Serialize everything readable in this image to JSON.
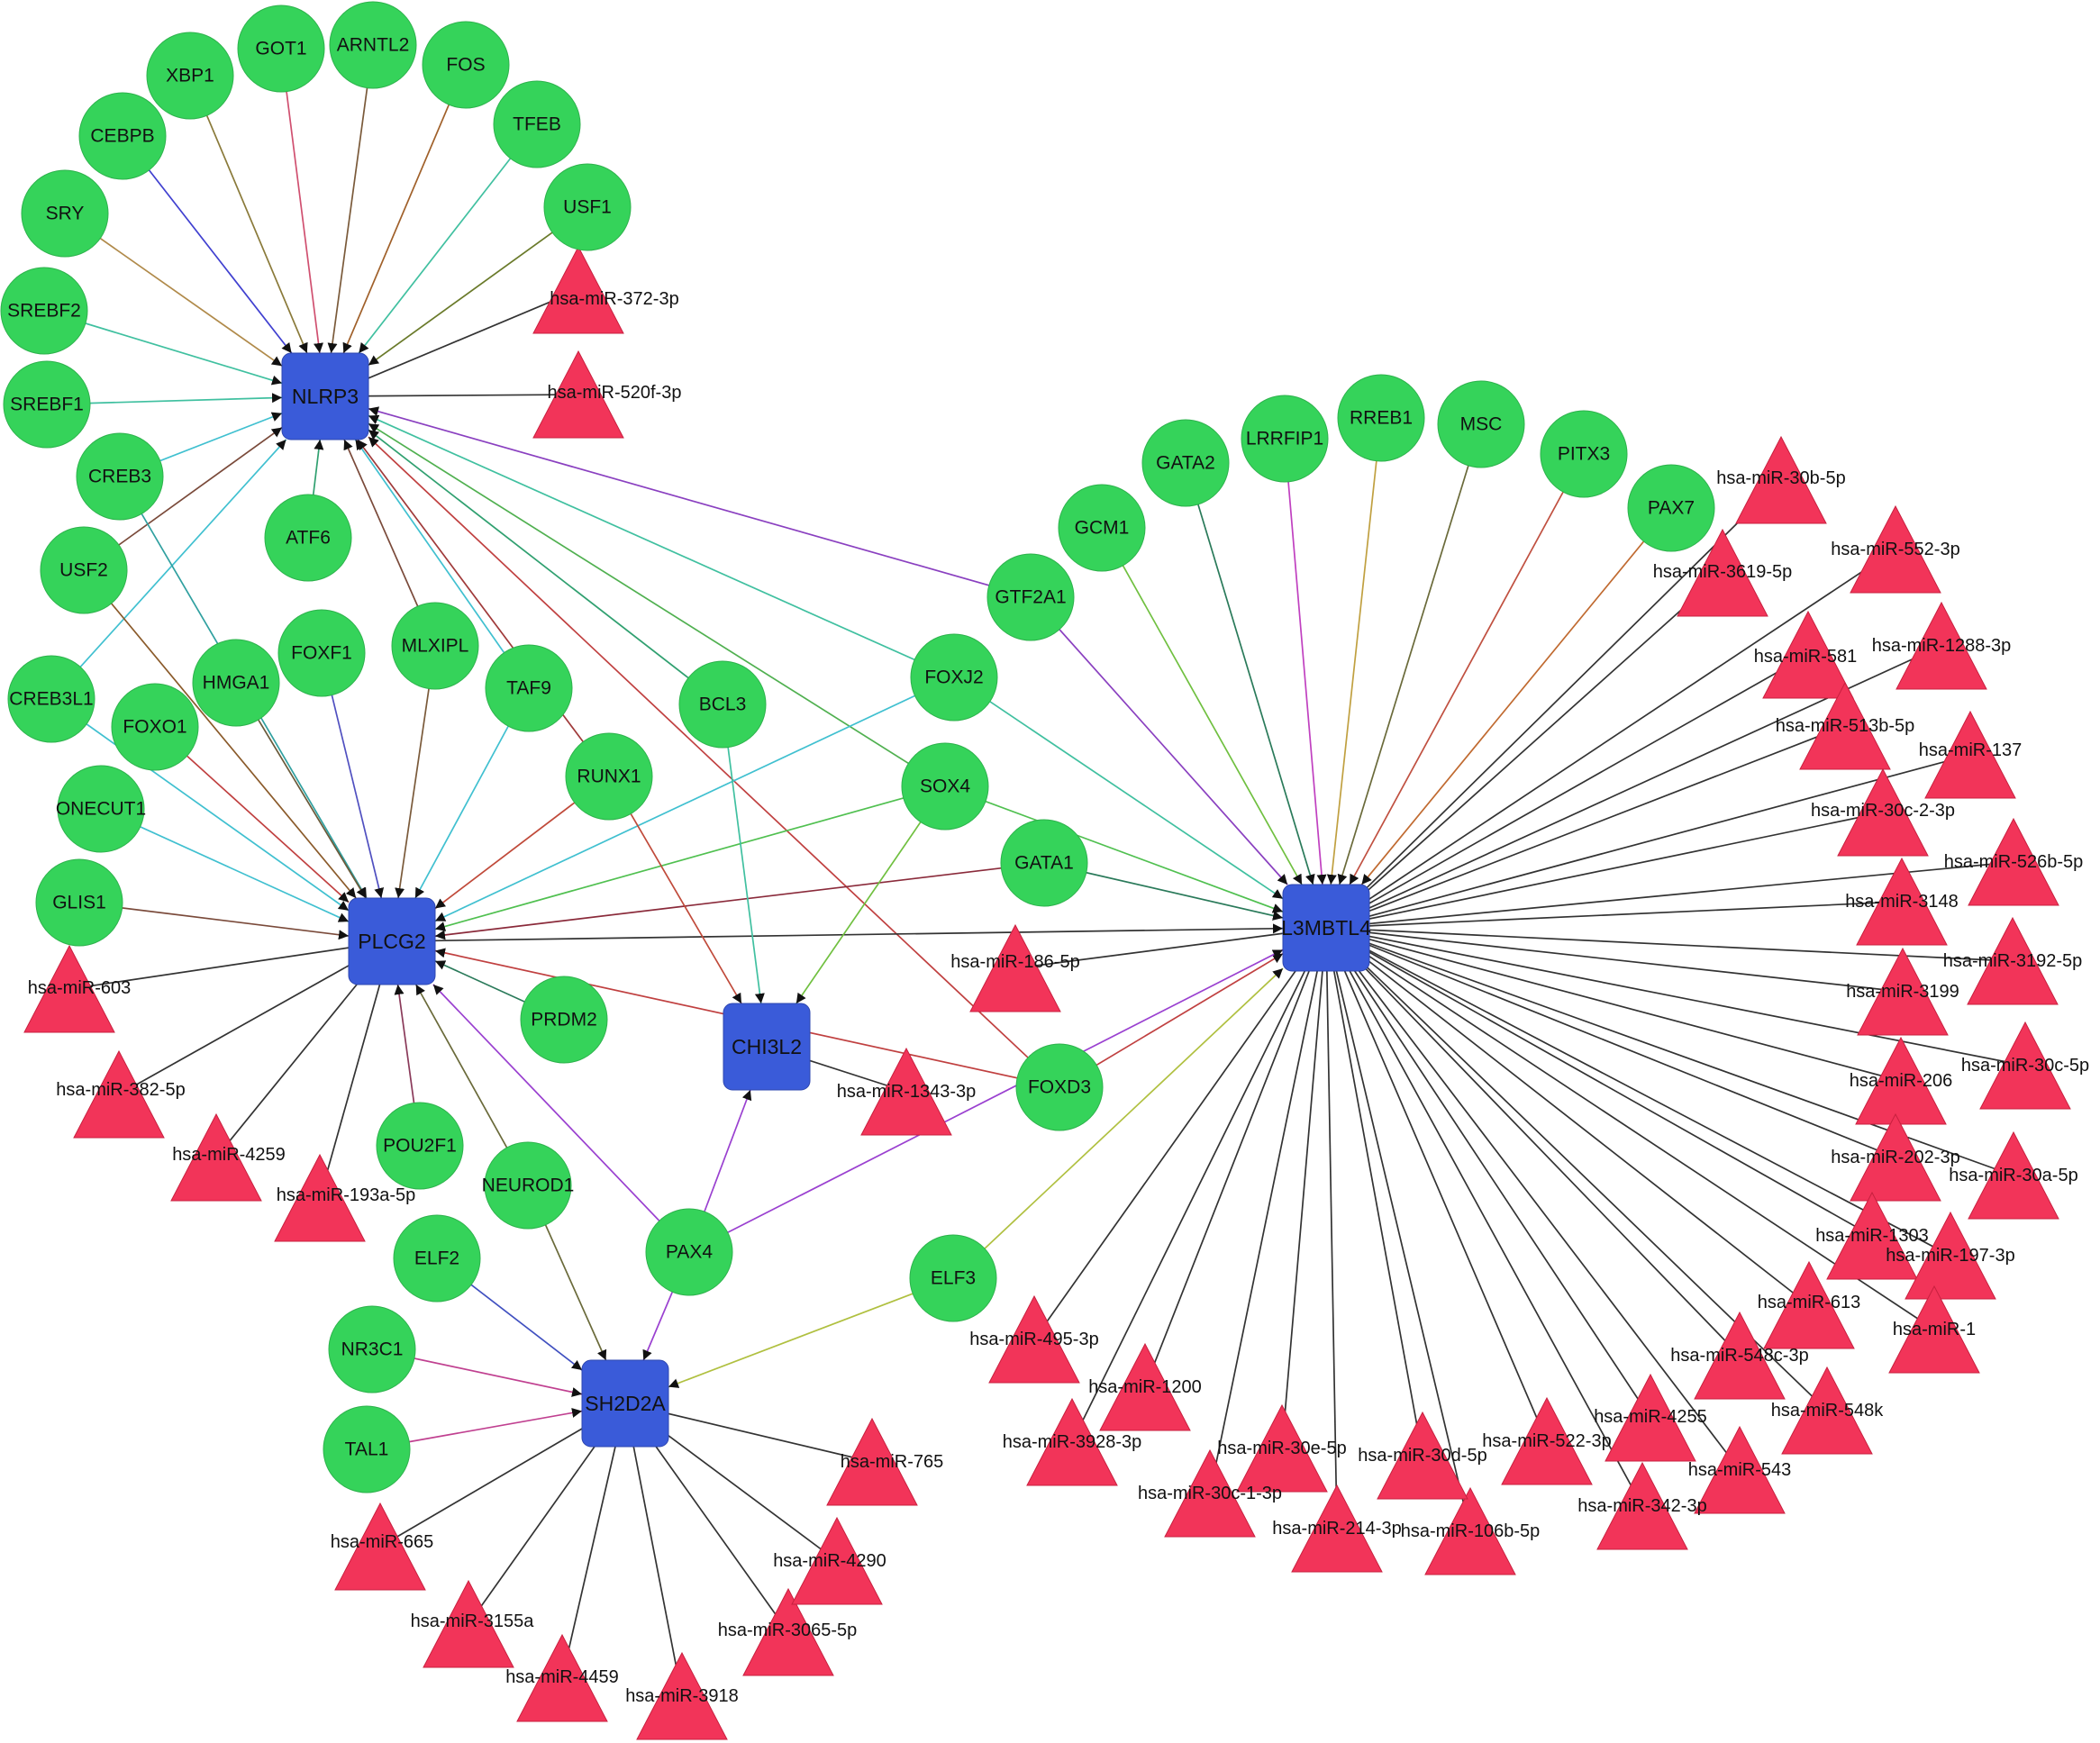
{
  "colors": {
    "tf_fill": "#35d35a",
    "hub_fill": "#3a5bd9",
    "mirna_fill": "#f23459",
    "arrow": "#111111",
    "background": "#ffffff"
  },
  "legend_shapes": {
    "tf": "green-circle",
    "hub": "blue-rounded-square",
    "mirna": "red-triangle"
  },
  "hubs": [
    {
      "id": "NLRP3",
      "label": "NLRP3"
    },
    {
      "id": "PLCG2",
      "label": "PLCG2"
    },
    {
      "id": "CHI3L2",
      "label": "CHI3L2"
    },
    {
      "id": "SH2D2A",
      "label": "SH2D2A"
    },
    {
      "id": "L3MBTL4",
      "label": "L3MBTL4"
    }
  ],
  "tfs": [
    {
      "id": "XBP1",
      "label": "XBP1"
    },
    {
      "id": "GOT1",
      "label": "GOT1"
    },
    {
      "id": "ARNTL2",
      "label": "ARNTL2"
    },
    {
      "id": "FOS",
      "label": "FOS"
    },
    {
      "id": "CEBPB",
      "label": "CEBPB"
    },
    {
      "id": "TFEB",
      "label": "TFEB"
    },
    {
      "id": "SRY",
      "label": "SRY"
    },
    {
      "id": "USF1",
      "label": "USF1"
    },
    {
      "id": "SREBF2",
      "label": "SREBF2"
    },
    {
      "id": "SREBF1",
      "label": "SREBF1"
    },
    {
      "id": "CREB3",
      "label": "CREB3"
    },
    {
      "id": "ATF6",
      "label": "ATF6"
    },
    {
      "id": "USF2",
      "label": "USF2"
    },
    {
      "id": "CREB3L1",
      "label": "CREB3L1"
    },
    {
      "id": "HMGA1",
      "label": "HMGA1"
    },
    {
      "id": "FOXF1",
      "label": "FOXF1"
    },
    {
      "id": "MLXIPL",
      "label": "MLXIPL"
    },
    {
      "id": "TAF9",
      "label": "TAF9"
    },
    {
      "id": "FOXO1",
      "label": "FOXO1"
    },
    {
      "id": "BCL3",
      "label": "BCL3"
    },
    {
      "id": "FOXJ2",
      "label": "FOXJ2"
    },
    {
      "id": "ONECUT1",
      "label": "ONECUT1"
    },
    {
      "id": "RUNX1",
      "label": "RUNX1"
    },
    {
      "id": "SOX4",
      "label": "SOX4"
    },
    {
      "id": "GLIS1",
      "label": "GLIS1"
    },
    {
      "id": "GATA1",
      "label": "GATA1"
    },
    {
      "id": "PRDM2",
      "label": "PRDM2"
    },
    {
      "id": "FOXD3",
      "label": "FOXD3"
    },
    {
      "id": "POU2F1",
      "label": "POU2F1"
    },
    {
      "id": "NEUROD1",
      "label": "NEUROD1"
    },
    {
      "id": "ELF2",
      "label": "ELF2"
    },
    {
      "id": "PAX4",
      "label": "PAX4"
    },
    {
      "id": "ELF3",
      "label": "ELF3"
    },
    {
      "id": "NR3C1",
      "label": "NR3C1"
    },
    {
      "id": "TAL1",
      "label": "TAL1"
    },
    {
      "id": "GTF2A1",
      "label": "GTF2A1"
    },
    {
      "id": "GCM1",
      "label": "GCM1"
    },
    {
      "id": "GATA2",
      "label": "GATA2"
    },
    {
      "id": "LRRFIP1",
      "label": "LRRFIP1"
    },
    {
      "id": "RREB1",
      "label": "RREB1"
    },
    {
      "id": "MSC",
      "label": "MSC"
    },
    {
      "id": "PITX3",
      "label": "PITX3"
    },
    {
      "id": "PAX7",
      "label": "PAX7"
    }
  ],
  "mirnas": [
    {
      "id": "m372",
      "label": "hsa-miR-372-3p"
    },
    {
      "id": "m520f",
      "label": "hsa-miR-520f-3p"
    },
    {
      "id": "m603",
      "label": "hsa-miR-603"
    },
    {
      "id": "m382",
      "label": "hsa-miR-382-5p"
    },
    {
      "id": "m4259",
      "label": "hsa-miR-4259"
    },
    {
      "id": "m193a",
      "label": "hsa-miR-193a-5p"
    },
    {
      "id": "m186",
      "label": "hsa-miR-186-5p"
    },
    {
      "id": "m1343",
      "label": "hsa-miR-1343-3p"
    },
    {
      "id": "m665",
      "label": "hsa-miR-665"
    },
    {
      "id": "m3155a",
      "label": "hsa-miR-3155a"
    },
    {
      "id": "m4459",
      "label": "hsa-miR-4459"
    },
    {
      "id": "m3918",
      "label": "hsa-miR-3918"
    },
    {
      "id": "m3065",
      "label": "hsa-miR-3065-5p"
    },
    {
      "id": "m4290",
      "label": "hsa-miR-4290"
    },
    {
      "id": "m765",
      "label": "hsa-miR-765"
    },
    {
      "id": "m30b",
      "label": "hsa-miR-30b-5p"
    },
    {
      "id": "m3619",
      "label": "hsa-miR-3619-5p"
    },
    {
      "id": "m552",
      "label": "hsa-miR-552-3p"
    },
    {
      "id": "m581",
      "label": "hsa-miR-581"
    },
    {
      "id": "m1288",
      "label": "hsa-miR-1288-3p"
    },
    {
      "id": "m513b",
      "label": "hsa-miR-513b-5p"
    },
    {
      "id": "m137",
      "label": "hsa-miR-137"
    },
    {
      "id": "m30c2",
      "label": "hsa-miR-30c-2-3p"
    },
    {
      "id": "m526b",
      "label": "hsa-miR-526b-5p"
    },
    {
      "id": "m3148",
      "label": "hsa-miR-3148"
    },
    {
      "id": "m3192",
      "label": "hsa-miR-3192-5p"
    },
    {
      "id": "m3199",
      "label": "hsa-miR-3199"
    },
    {
      "id": "m206",
      "label": "hsa-miR-206"
    },
    {
      "id": "m30c5p",
      "label": "hsa-miR-30c-5p"
    },
    {
      "id": "m202",
      "label": "hsa-miR-202-3p"
    },
    {
      "id": "m30a",
      "label": "hsa-miR-30a-5p"
    },
    {
      "id": "m1303",
      "label": "hsa-miR-1303"
    },
    {
      "id": "m197",
      "label": "hsa-miR-197-3p"
    },
    {
      "id": "m613",
      "label": "hsa-miR-613"
    },
    {
      "id": "m1",
      "label": "hsa-miR-1"
    },
    {
      "id": "m548c",
      "label": "hsa-miR-548c-3p"
    },
    {
      "id": "m548k",
      "label": "hsa-miR-548k"
    },
    {
      "id": "m4255",
      "label": "hsa-miR-4255"
    },
    {
      "id": "m543",
      "label": "hsa-miR-543"
    },
    {
      "id": "m342",
      "label": "hsa-miR-342-3p"
    },
    {
      "id": "m522",
      "label": "hsa-miR-522-3p"
    },
    {
      "id": "m106b",
      "label": "hsa-miR-106b-5p"
    },
    {
      "id": "m30d",
      "label": "hsa-miR-30d-5p"
    },
    {
      "id": "m214",
      "label": "hsa-miR-214-3p"
    },
    {
      "id": "m30e",
      "label": "hsa-miR-30e-5p"
    },
    {
      "id": "m30c1",
      "label": "hsa-miR-30c-1-3p"
    },
    {
      "id": "m1200",
      "label": "hsa-miR-1200"
    },
    {
      "id": "m3928",
      "label": "hsa-miR-3928-3p"
    },
    {
      "id": "m495",
      "label": "hsa-miR-495-3p"
    }
  ],
  "edges": [
    {
      "from": "NLRP3",
      "to": "m372",
      "color": "#333333",
      "arrow": false
    },
    {
      "from": "NLRP3",
      "to": "m520f",
      "color": "#333333",
      "arrow": false
    },
    {
      "from": "XBP1",
      "to": "NLRP3",
      "color": "#8a7a3a",
      "arrow": true
    },
    {
      "from": "GOT1",
      "to": "NLRP3",
      "color": "#d05070",
      "arrow": true
    },
    {
      "from": "ARNTL2",
      "to": "NLRP3",
      "color": "#7a5a3a",
      "arrow": true
    },
    {
      "from": "FOS",
      "to": "NLRP3",
      "color": "#a0602a",
      "arrow": true
    },
    {
      "from": "CEBPB",
      "to": "NLRP3",
      "color": "#4040d0",
      "arrow": true
    },
    {
      "from": "TFEB",
      "to": "NLRP3",
      "color": "#40c0a0",
      "arrow": true
    },
    {
      "from": "SRY",
      "to": "NLRP3",
      "color": "#b08a4a",
      "arrow": true
    },
    {
      "from": "USF1",
      "to": "NLRP3",
      "color": "#6a7a2a",
      "arrow": true
    },
    {
      "from": "SREBF2",
      "to": "NLRP3",
      "color": "#40c0a0",
      "arrow": true
    },
    {
      "from": "SREBF1",
      "to": "NLRP3",
      "color": "#40c0a0",
      "arrow": true
    },
    {
      "from": "CREB3",
      "to": "NLRP3",
      "color": "#40c0d0",
      "arrow": true
    },
    {
      "from": "ATF6",
      "to": "NLRP3",
      "color": "#30a070",
      "arrow": true
    },
    {
      "from": "USF2",
      "to": "NLRP3",
      "color": "#7a4a3a",
      "arrow": true
    },
    {
      "from": "CREB3L1",
      "to": "NLRP3",
      "color": "#40c0d0",
      "arrow": true
    },
    {
      "from": "MLXIPL",
      "to": "NLRP3",
      "color": "#7a4a3a",
      "arrow": true
    },
    {
      "from": "TAF9",
      "to": "NLRP3",
      "color": "#40c0d0",
      "arrow": true
    },
    {
      "from": "RUNX1",
      "to": "NLRP3",
      "color": "#a03a3a",
      "arrow": true
    },
    {
      "from": "BCL3",
      "to": "NLRP3",
      "color": "#30a070",
      "arrow": true
    },
    {
      "from": "FOXJ2",
      "to": "NLRP3",
      "color": "#40c0a0",
      "arrow": true
    },
    {
      "from": "SOX4",
      "to": "NLRP3",
      "color": "#50b050",
      "arrow": true
    },
    {
      "from": "FOXD3",
      "to": "NLRP3",
      "color": "#c04040",
      "arrow": true
    },
    {
      "from": "GTF2A1",
      "to": "NLRP3",
      "color": "#8a40c0",
      "arrow": true
    },
    {
      "from": "PLCG2",
      "to": "m603",
      "color": "#333333",
      "arrow": false
    },
    {
      "from": "PLCG2",
      "to": "m382",
      "color": "#333333",
      "arrow": false
    },
    {
      "from": "PLCG2",
      "to": "m4259",
      "color": "#333333",
      "arrow": false
    },
    {
      "from": "PLCG2",
      "to": "m193a",
      "color": "#333333",
      "arrow": false
    },
    {
      "from": "CREB3",
      "to": "PLCG2",
      "color": "#30a0a0",
      "arrow": true
    },
    {
      "from": "USF2",
      "to": "PLCG2",
      "color": "#8a5a2a",
      "arrow": true
    },
    {
      "from": "CREB3L1",
      "to": "PLCG2",
      "color": "#40c0d0",
      "arrow": true
    },
    {
      "from": "HMGA1",
      "to": "PLCG2",
      "color": "#6a5a3a",
      "arrow": true
    },
    {
      "from": "FOXF1",
      "to": "PLCG2",
      "color": "#5050c0",
      "arrow": true
    },
    {
      "from": "MLXIPL",
      "to": "PLCG2",
      "color": "#7a5a3a",
      "arrow": true
    },
    {
      "from": "TAF9",
      "to": "PLCG2",
      "color": "#40c0d0",
      "arrow": true
    },
    {
      "from": "FOXO1",
      "to": "PLCG2",
      "color": "#c04040",
      "arrow": true
    },
    {
      "from": "ONECUT1",
      "to": "PLCG2",
      "color": "#40c0d0",
      "arrow": true
    },
    {
      "from": "RUNX1",
      "to": "PLCG2",
      "color": "#c04a3a",
      "arrow": true
    },
    {
      "from": "GLIS1",
      "to": "PLCG2",
      "color": "#7a4a3a",
      "arrow": true
    },
    {
      "from": "FOXJ2",
      "to": "PLCG2",
      "color": "#40c0d0",
      "arrow": true
    },
    {
      "from": "SOX4",
      "to": "PLCG2",
      "color": "#50c050",
      "arrow": true
    },
    {
      "from": "GATA1",
      "to": "PLCG2",
      "color": "#8a2a3a",
      "arrow": true
    },
    {
      "from": "PRDM2",
      "to": "PLCG2",
      "color": "#2a7a5a",
      "arrow": true
    },
    {
      "from": "FOXD3",
      "to": "PLCG2",
      "color": "#c04040",
      "arrow": true
    },
    {
      "from": "POU2F1",
      "to": "PLCG2",
      "color": "#8a3a5a",
      "arrow": true
    },
    {
      "from": "NEUROD1",
      "to": "PLCG2",
      "color": "#6a6a3a",
      "arrow": true
    },
    {
      "from": "PAX4",
      "to": "PLCG2",
      "color": "#9a40d0",
      "arrow": true
    },
    {
      "from": "PLCG2",
      "to": "L3MBTL4",
      "color": "#333333",
      "arrow": true
    },
    {
      "from": "BCL3",
      "to": "CHI3L2",
      "color": "#40c0a0",
      "arrow": true
    },
    {
      "from": "SOX4",
      "to": "CHI3L2",
      "color": "#70c040",
      "arrow": true
    },
    {
      "from": "RUNX1",
      "to": "CHI3L2",
      "color": "#c04a3a",
      "arrow": true
    },
    {
      "from": "PAX4",
      "to": "CHI3L2",
      "color": "#9a40d0",
      "arrow": true
    },
    {
      "from": "CHI3L2",
      "to": "m1343",
      "color": "#333333",
      "arrow": false
    },
    {
      "from": "NEUROD1",
      "to": "SH2D2A",
      "color": "#6a6a3a",
      "arrow": true
    },
    {
      "from": "ELF2",
      "to": "SH2D2A",
      "color": "#4050c0",
      "arrow": true
    },
    {
      "from": "PAX4",
      "to": "SH2D2A",
      "color": "#9a40d0",
      "arrow": true
    },
    {
      "from": "ELF3",
      "to": "SH2D2A",
      "color": "#b0c040",
      "arrow": true
    },
    {
      "from": "NR3C1",
      "to": "SH2D2A",
      "color": "#c04090",
      "arrow": true
    },
    {
      "from": "TAL1",
      "to": "SH2D2A",
      "color": "#c04090",
      "arrow": true
    },
    {
      "from": "SH2D2A",
      "to": "m665",
      "color": "#333333",
      "arrow": false
    },
    {
      "from": "SH2D2A",
      "to": "m3155a",
      "color": "#333333",
      "arrow": false
    },
    {
      "from": "SH2D2A",
      "to": "m4459",
      "color": "#333333",
      "arrow": false
    },
    {
      "from": "SH2D2A",
      "to": "m3918",
      "color": "#333333",
      "arrow": false
    },
    {
      "from": "SH2D2A",
      "to": "m3065",
      "color": "#333333",
      "arrow": false
    },
    {
      "from": "SH2D2A",
      "to": "m4290",
      "color": "#333333",
      "arrow": false
    },
    {
      "from": "SH2D2A",
      "to": "m765",
      "color": "#333333",
      "arrow": false
    },
    {
      "from": "GTF2A1",
      "to": "L3MBTL4",
      "color": "#8a40c0",
      "arrow": true
    },
    {
      "from": "GCM1",
      "to": "L3MBTL4",
      "color": "#70c040",
      "arrow": true
    },
    {
      "from": "GATA2",
      "to": "L3MBTL4",
      "color": "#2a7a5a",
      "arrow": true
    },
    {
      "from": "LRRFIP1",
      "to": "L3MBTL4",
      "color": "#c040c0",
      "arrow": true
    },
    {
      "from": "RREB1",
      "to": "L3MBTL4",
      "color": "#c0a040",
      "arrow": true
    },
    {
      "from": "MSC",
      "to": "L3MBTL4",
      "color": "#6a6a3a",
      "arrow": true
    },
    {
      "from": "PITX3",
      "to": "L3MBTL4",
      "color": "#c05040",
      "arrow": true
    },
    {
      "from": "PAX7",
      "to": "L3MBTL4",
      "color": "#c06a30",
      "arrow": true
    },
    {
      "from": "FOXJ2",
      "to": "L3MBTL4",
      "color": "#40c0a0",
      "arrow": true
    },
    {
      "from": "SOX4",
      "to": "L3MBTL4",
      "color": "#50c050",
      "arrow": true
    },
    {
      "from": "GATA1",
      "to": "L3MBTL4",
      "color": "#2a7a5a",
      "arrow": true
    },
    {
      "from": "FOXD3",
      "to": "L3MBTL4",
      "color": "#c04040",
      "arrow": true
    },
    {
      "from": "PAX4",
      "to": "L3MBTL4",
      "color": "#9a40d0",
      "arrow": true
    },
    {
      "from": "ELF3",
      "to": "L3MBTL4",
      "color": "#b0c040",
      "arrow": true
    },
    {
      "from": "L3MBTL4",
      "to": "m30b",
      "color": "#333333",
      "arrow": false
    },
    {
      "from": "L3MBTL4",
      "to": "m3619",
      "color": "#333333",
      "arrow": false
    },
    {
      "from": "L3MBTL4",
      "to": "m552",
      "color": "#333333",
      "arrow": false
    },
    {
      "from": "L3MBTL4",
      "to": "m581",
      "color": "#333333",
      "arrow": false
    },
    {
      "from": "L3MBTL4",
      "to": "m1288",
      "color": "#333333",
      "arrow": false
    },
    {
      "from": "L3MBTL4",
      "to": "m513b",
      "color": "#333333",
      "arrow": false
    },
    {
      "from": "L3MBTL4",
      "to": "m137",
      "color": "#333333",
      "arrow": false
    },
    {
      "from": "L3MBTL4",
      "to": "m30c2",
      "color": "#333333",
      "arrow": false
    },
    {
      "from": "L3MBTL4",
      "to": "m526b",
      "color": "#333333",
      "arrow": false
    },
    {
      "from": "L3MBTL4",
      "to": "m3148",
      "color": "#333333",
      "arrow": false
    },
    {
      "from": "L3MBTL4",
      "to": "m3192",
      "color": "#333333",
      "arrow": false
    },
    {
      "from": "L3MBTL4",
      "to": "m3199",
      "color": "#333333",
      "arrow": false
    },
    {
      "from": "L3MBTL4",
      "to": "m206",
      "color": "#333333",
      "arrow": false
    },
    {
      "from": "L3MBTL4",
      "to": "m30c5p",
      "color": "#333333",
      "arrow": false
    },
    {
      "from": "L3MBTL4",
      "to": "m202",
      "color": "#333333",
      "arrow": false
    },
    {
      "from": "L3MBTL4",
      "to": "m30a",
      "color": "#333333",
      "arrow": false
    },
    {
      "from": "L3MBTL4",
      "to": "m1303",
      "color": "#333333",
      "arrow": false
    },
    {
      "from": "L3MBTL4",
      "to": "m197",
      "color": "#333333",
      "arrow": false
    },
    {
      "from": "L3MBTL4",
      "to": "m613",
      "color": "#333333",
      "arrow": false
    },
    {
      "from": "L3MBTL4",
      "to": "m1",
      "color": "#333333",
      "arrow": false
    },
    {
      "from": "L3MBTL4",
      "to": "m548c",
      "color": "#333333",
      "arrow": false
    },
    {
      "from": "L3MBTL4",
      "to": "m548k",
      "color": "#333333",
      "arrow": false
    },
    {
      "from": "L3MBTL4",
      "to": "m4255",
      "color": "#333333",
      "arrow": false
    },
    {
      "from": "L3MBTL4",
      "to": "m543",
      "color": "#333333",
      "arrow": false
    },
    {
      "from": "L3MBTL4",
      "to": "m342",
      "color": "#333333",
      "arrow": false
    },
    {
      "from": "L3MBTL4",
      "to": "m522",
      "color": "#333333",
      "arrow": false
    },
    {
      "from": "L3MBTL4",
      "to": "m106b",
      "color": "#333333",
      "arrow": false
    },
    {
      "from": "L3MBTL4",
      "to": "m30d",
      "color": "#333333",
      "arrow": false
    },
    {
      "from": "L3MBTL4",
      "to": "m214",
      "color": "#333333",
      "arrow": false
    },
    {
      "from": "L3MBTL4",
      "to": "m30e",
      "color": "#333333",
      "arrow": false
    },
    {
      "from": "L3MBTL4",
      "to": "m30c1",
      "color": "#333333",
      "arrow": false
    },
    {
      "from": "L3MBTL4",
      "to": "m1200",
      "color": "#333333",
      "arrow": false
    },
    {
      "from": "L3MBTL4",
      "to": "m3928",
      "color": "#333333",
      "arrow": false
    },
    {
      "from": "L3MBTL4",
      "to": "m495",
      "color": "#333333",
      "arrow": false
    },
    {
      "from": "L3MBTL4",
      "to": "m186",
      "color": "#333333",
      "arrow": false
    }
  ]
}
